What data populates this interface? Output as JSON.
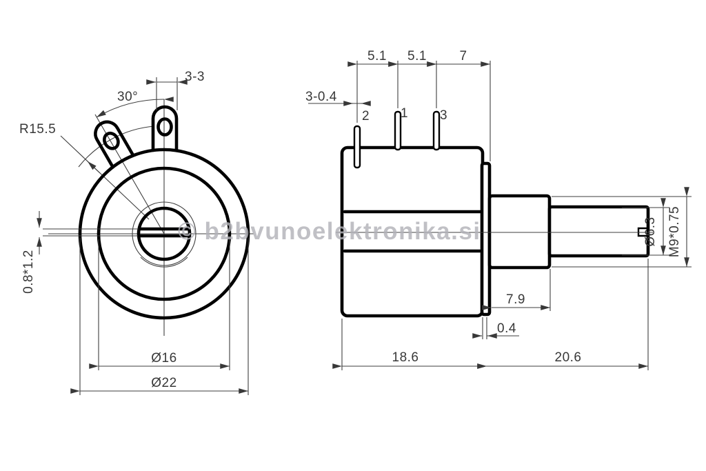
{
  "drawing": {
    "watermark": "© b2bvunoelektronika.si",
    "front_view": {
      "lug_spacing": "3-3",
      "lug_angle": "30°",
      "lug_arc_radius": "R15.5",
      "shaft_slot": "0.8*1.2",
      "dia_inner": "Ø16",
      "dia_outer": "Ø22"
    },
    "side_view": {
      "pin_pitch_a": "5.1",
      "pin_pitch_b": "5.1",
      "pin_to_shaft_face": "7",
      "pin_note": "3-0.4",
      "pin_labels": [
        "2",
        "1",
        "3"
      ],
      "bushing_length": "7.9",
      "flange_lip": "0.4",
      "body_length": "18.6",
      "shaft_length": "20.6",
      "shaft_dia": "Ø6.3",
      "thread_spec": "M9*0.75"
    }
  }
}
